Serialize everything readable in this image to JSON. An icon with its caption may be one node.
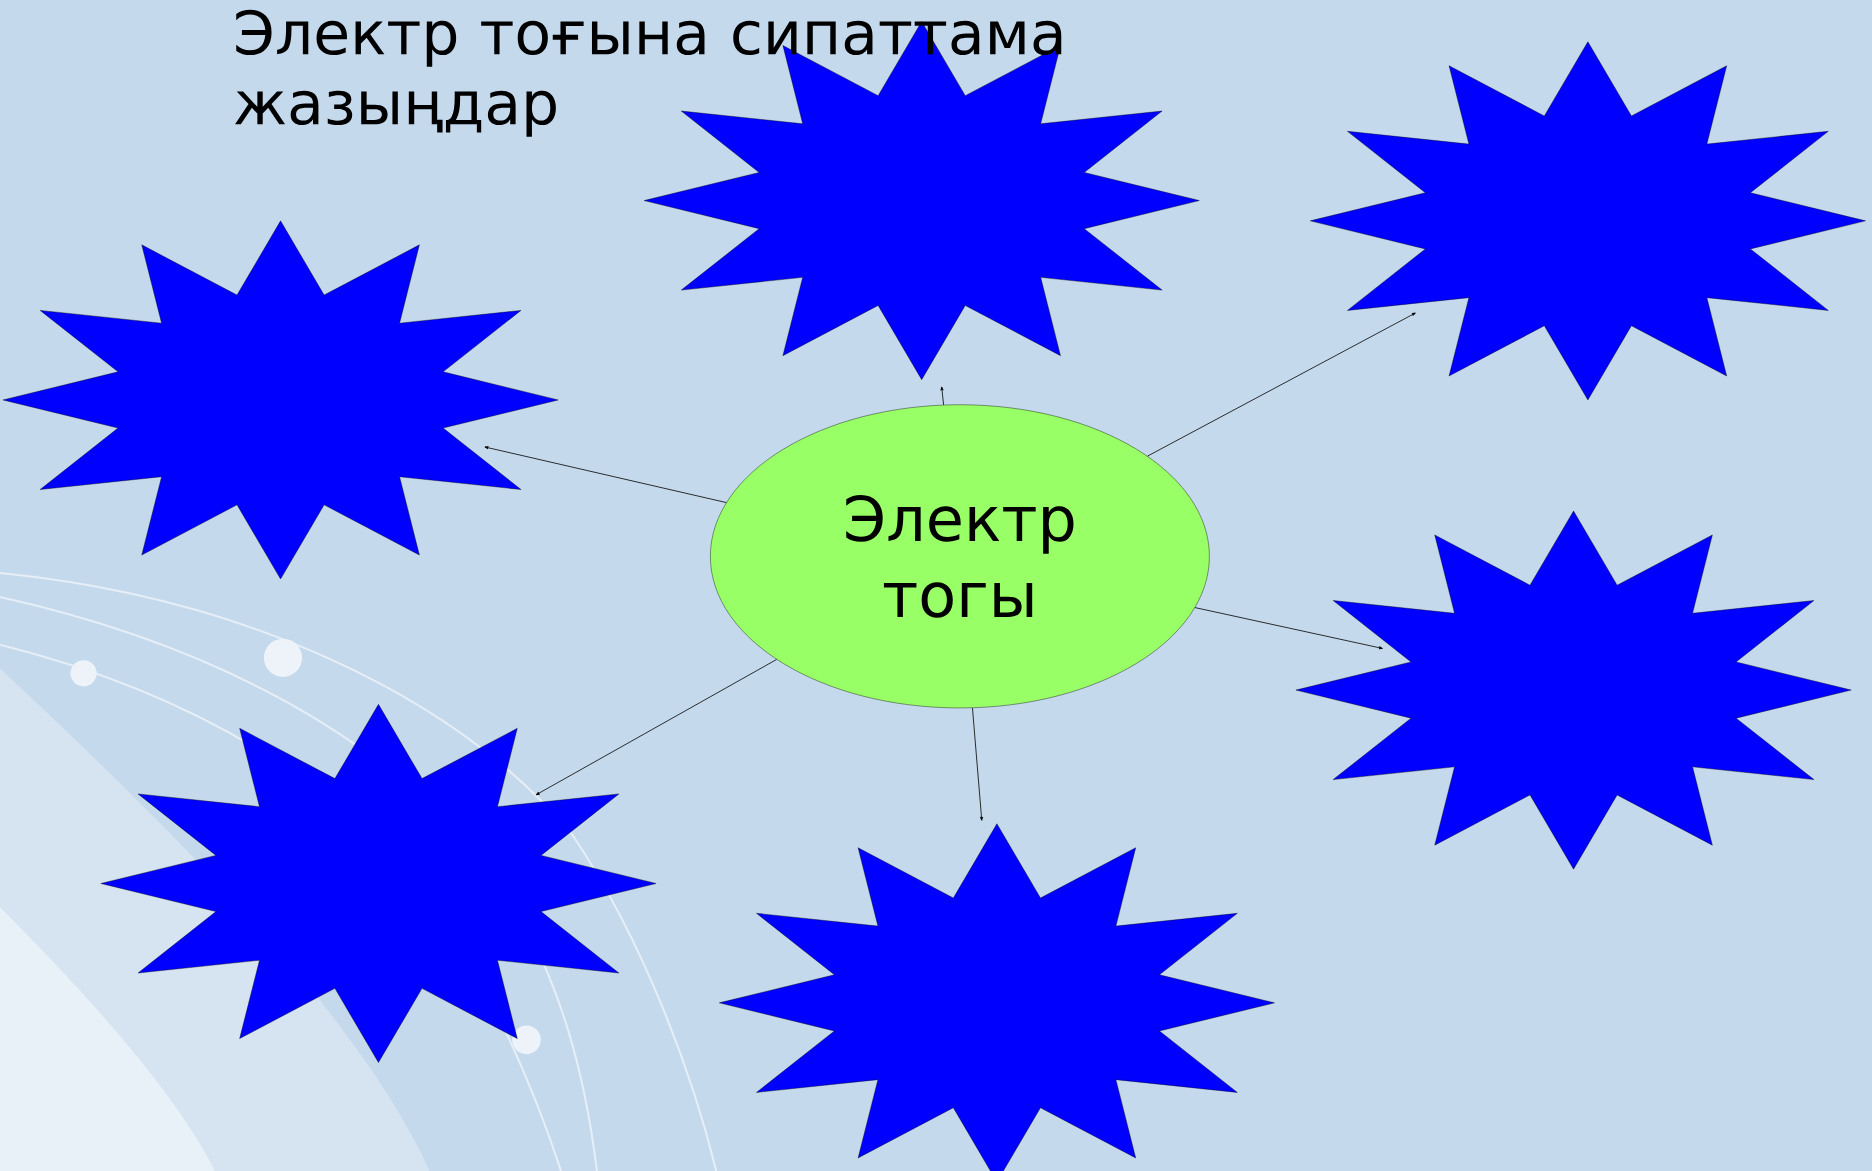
{
  "diagram": {
    "title": "Электр тоғына сипаттама жазыңдар",
    "nodes": [
      {
        "text": [
          "Электр тогы"
        ]
      },
      {
        "text": [],
        "shape": "star"
      },
      {
        "text": [],
        "shape": "star"
      },
      {
        "text": [],
        "shape": "star"
      },
      {
        "text": [],
        "shape": "star"
      },
      {
        "text": [],
        "shape": "star"
      },
      {
        "text": [],
        "shape": "star"
      }
    ],
    "edges": [
      {
        "from": 0,
        "to": 1,
        "arrow": "to"
      },
      {
        "from": 0,
        "to": 2,
        "arrow": "to"
      },
      {
        "from": 0,
        "to": 3,
        "arrow": "to"
      },
      {
        "from": 0,
        "to": 4,
        "arrow": "to"
      },
      {
        "from": 0,
        "to": 5,
        "arrow": "to"
      },
      {
        "from": 0,
        "to": 6,
        "arrow": "to"
      }
    ]
  }
}
